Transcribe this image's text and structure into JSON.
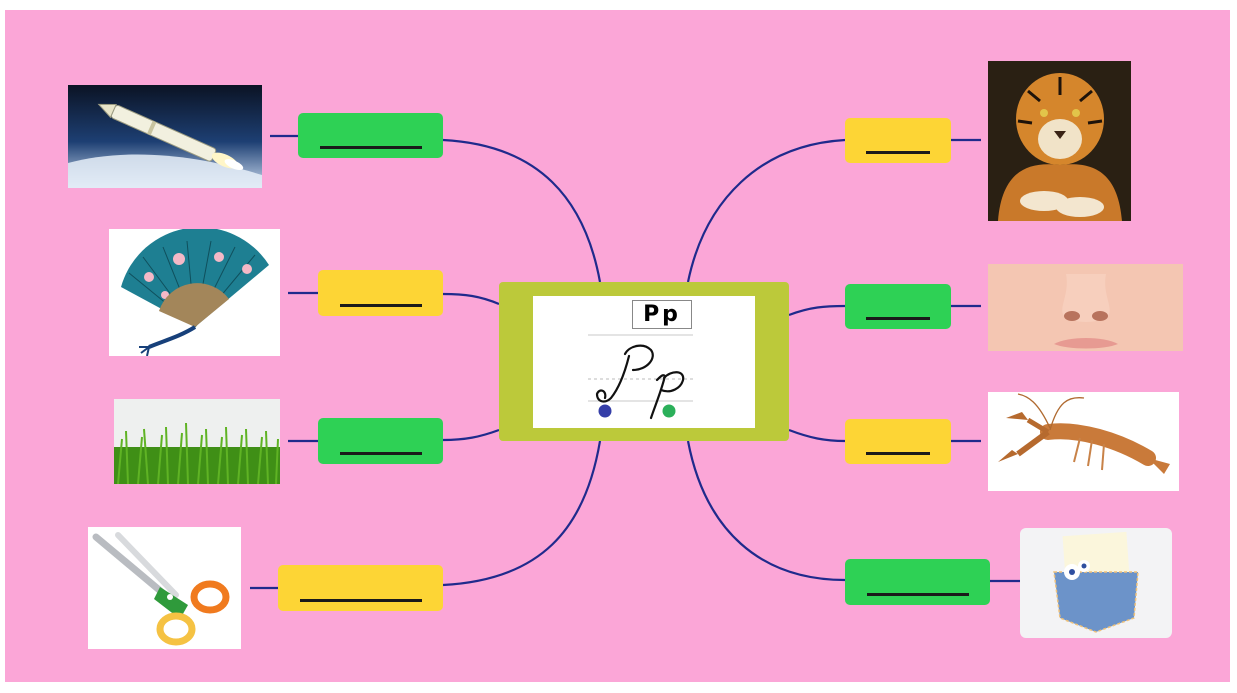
{
  "colors": {
    "background": "#fba6d7",
    "connector": "#1f2a8c",
    "green": "#2ed155",
    "yellow": "#fdd535",
    "center_frame": "#bcc93a",
    "dot_blue": "#353ea8",
    "dot_green": "#2bb05a"
  },
  "center": {
    "print_letter": "Pp",
    "cursive_icon": "cursive-capital-and-lowercase-p"
  },
  "branches": [
    {
      "id": "rocket",
      "side": "left",
      "node_color": "green",
      "image_icon": "rocket-icon"
    },
    {
      "id": "fan",
      "side": "left",
      "node_color": "yellow",
      "image_icon": "folding-fan-icon"
    },
    {
      "id": "grass",
      "side": "left",
      "node_color": "green",
      "image_icon": "grass-icon"
    },
    {
      "id": "scissors",
      "side": "left",
      "node_color": "yellow",
      "image_icon": "scissors-icon"
    },
    {
      "id": "tiger",
      "side": "right",
      "node_color": "yellow",
      "image_icon": "tiger-icon"
    },
    {
      "id": "nose",
      "side": "right",
      "node_color": "green",
      "image_icon": "nose-icon"
    },
    {
      "id": "crayfish",
      "side": "right",
      "node_color": "yellow",
      "image_icon": "crayfish-icon"
    },
    {
      "id": "pocket",
      "side": "right",
      "node_color": "green",
      "image_icon": "jeans-pocket-icon"
    }
  ]
}
